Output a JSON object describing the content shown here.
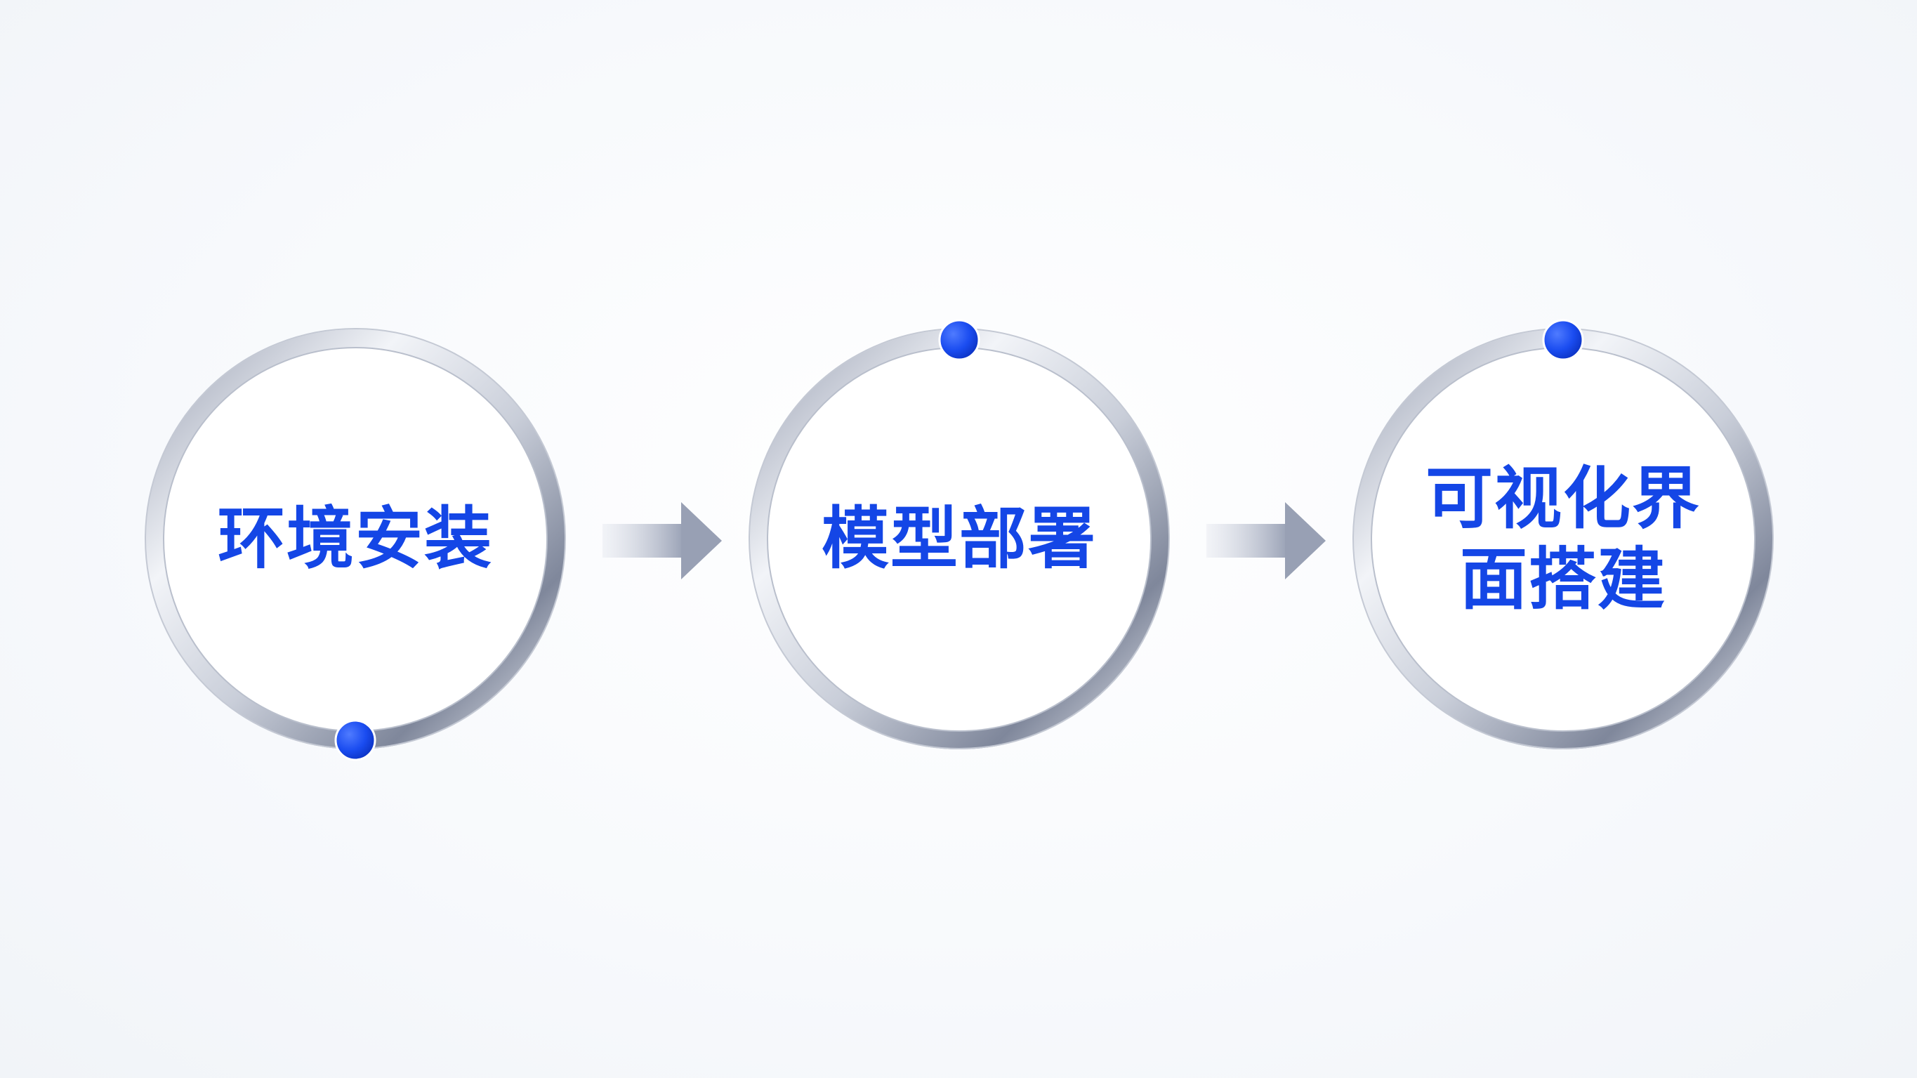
{
  "diagram": {
    "type": "process-flow",
    "steps": [
      {
        "label": "环境安装",
        "marker": "bottom"
      },
      {
        "label": "模型部署",
        "marker": "top"
      },
      {
        "label": "可视化界\n面搭建",
        "marker": "top"
      }
    ],
    "connectors": [
      {
        "from": 0,
        "to": 1,
        "icon": "arrow-right-icon"
      },
      {
        "from": 1,
        "to": 2,
        "icon": "arrow-right-icon"
      }
    ],
    "colors": {
      "text": "#1446e6",
      "marker": "#1a4cf0",
      "ring_light": "#f4f6fa",
      "ring_dark": "#8a92a6",
      "arrow": "#9aa2b6"
    }
  }
}
